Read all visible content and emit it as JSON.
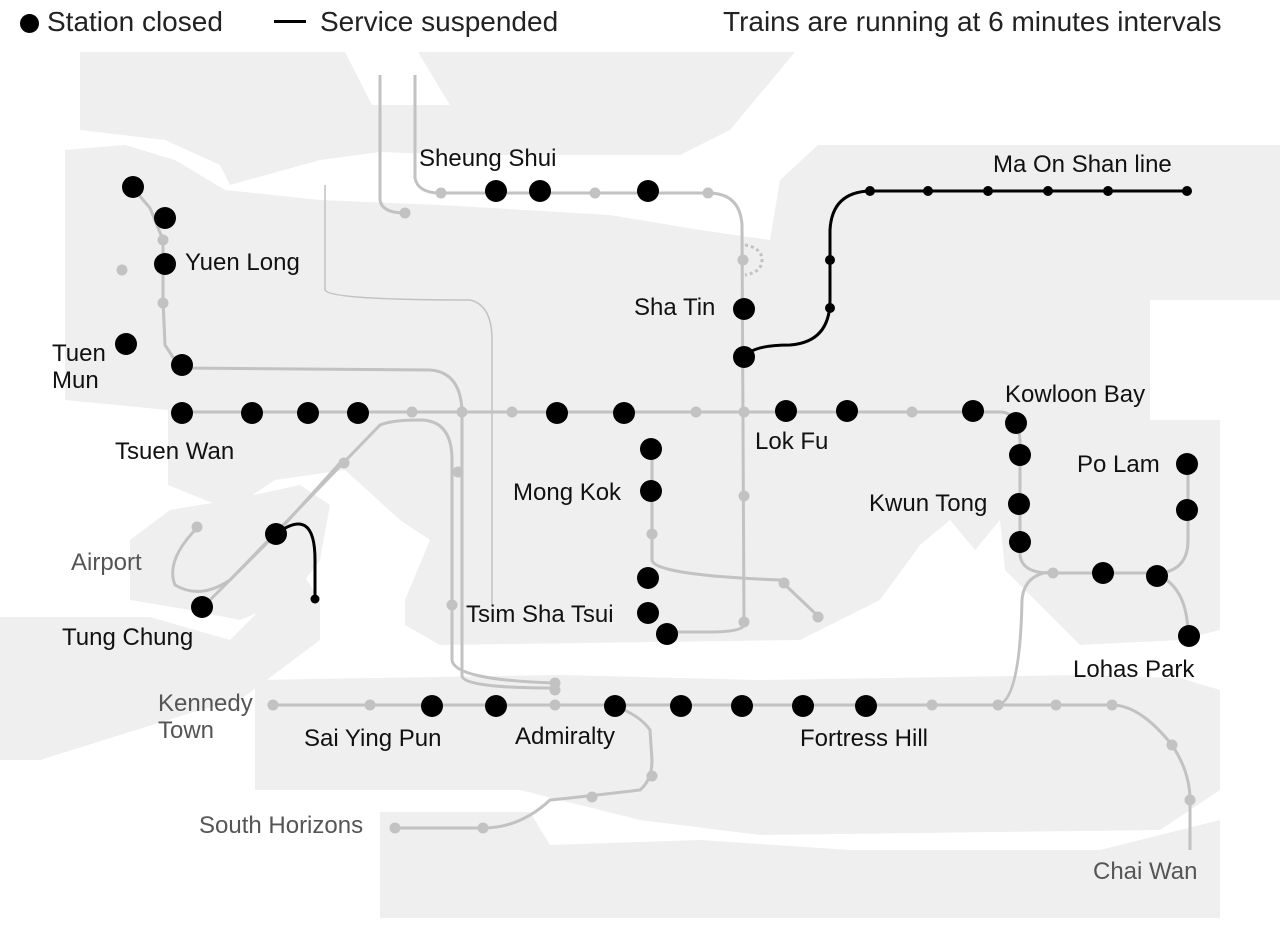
{
  "legend": {
    "closed_label": "Station closed",
    "suspended_label": "Service suspended",
    "interval_text": "Trains are running at 6 minutes intervals"
  },
  "colors": {
    "land": "#efefef",
    "route": "#c2c2c2",
    "suspended": "#000000",
    "closed": "#000000",
    "open_station": "#c2c2c2"
  },
  "labels": {
    "sheung_shui": "Sheung Shui",
    "ma_on_shan_line": "Ma On Shan line",
    "yuen_long": "Yuen Long",
    "sha_tin": "Sha Tin",
    "tuen_mun": "Tuen\nMun",
    "kowloon_bay": "Kowloon Bay",
    "tsuen_wan": "Tsuen Wan",
    "lok_fu": "Lok Fu",
    "po_lam": "Po Lam",
    "mong_kok": "Mong Kok",
    "kwun_tong": "Kwun Tong",
    "airport": "Airport",
    "tsim_sha_tsui": "Tsim Sha Tsui",
    "tung_chung": "Tung Chung",
    "lohas_park": "Lohas Park",
    "kennedy_town": "Kennedy\nTown",
    "sai_ying_pun": "Sai Ying Pun",
    "admiralty": "Admiralty",
    "fortress_hill": "Fortress Hill",
    "south_horizons": "South Horizons",
    "chai_wan": "Chai Wan"
  }
}
